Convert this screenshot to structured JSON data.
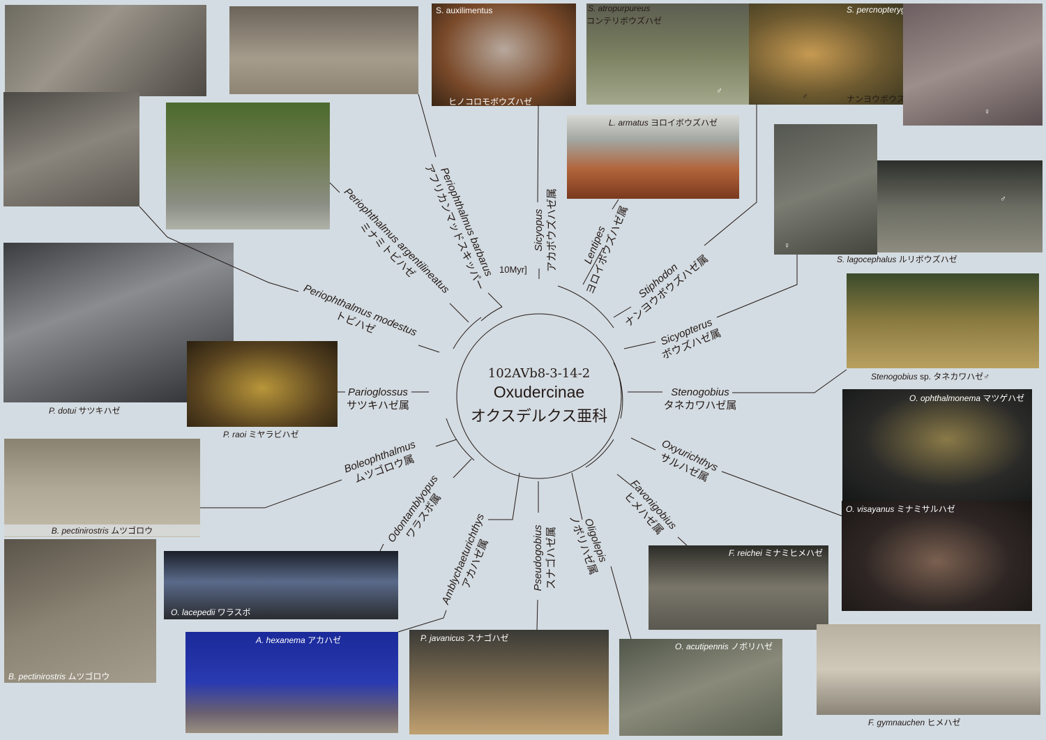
{
  "center": {
    "code": "102AVb8-3-14-2",
    "title": "Oxudercinae",
    "title_ja": "オクスデルクス亜科"
  },
  "scale_label": "10Myr]",
  "clades": [
    {
      "id": "barbarus",
      "latin": "Periophthalmus barbarus",
      "ja": "アフリカンマッドスキッパー"
    },
    {
      "id": "argentilineatus",
      "latin": "Periophthalmus argentilineatus",
      "ja": "ミナミトビハゼ"
    },
    {
      "id": "modestus",
      "latin": "Periophthalmus modestus",
      "ja": "トビハゼ"
    },
    {
      "id": "parioglossus",
      "latin": "Parioglossus",
      "ja": "サツキハゼ属"
    },
    {
      "id": "boleophthalmus",
      "latin": "Boleophthalmus",
      "ja": "ムツゴロウ属"
    },
    {
      "id": "odontamblyopus",
      "latin": "Odontamblyopus",
      "ja": "ワラスボ属"
    },
    {
      "id": "amblychaeturichthys",
      "latin": "Amblychaeturichthys",
      "ja": "アカハゼ属"
    },
    {
      "id": "pseudogobius",
      "latin": "Pseudogobius",
      "ja": "スナゴハゼ属"
    },
    {
      "id": "oligolepis",
      "latin": "Oligolepis",
      "ja": "ノボリハゼ属"
    },
    {
      "id": "favonigobius",
      "latin": "Favonigobius",
      "ja": "ヒメハゼ属"
    },
    {
      "id": "oxyurichthys",
      "latin": "Oxyurichthys",
      "ja": "サルハゼ属"
    },
    {
      "id": "stenogobius",
      "latin": "Stenogobius",
      "ja": "タネカワハゼ属"
    },
    {
      "id": "sicyopterus",
      "latin": "Sicyopterus",
      "ja": "ボウズハゼ属"
    },
    {
      "id": "stiphodon",
      "latin": "Stiphodon",
      "ja": "ナンヨウボウズハゼ属"
    },
    {
      "id": "lentipes",
      "latin": "Lentipes",
      "ja": "ヨロイボウズハゼ属"
    },
    {
      "id": "sicyopus",
      "latin": "Sicyopus",
      "ja": "アカボウズハゼ属"
    }
  ],
  "photos": {
    "auxilimentus": {
      "latin": "S. auxilimentus",
      "ja": "ヒノコロモボウズハゼ"
    },
    "atropurpureus": {
      "latin": "S. atropurpureus",
      "ja": "コンテリボウズハゼ",
      "sex": "♂"
    },
    "percnopterygionus": {
      "latin": "S. percnopterygionus",
      "ja": "ナンヨウボウズハゼ",
      "male": "♂",
      "female": "♀"
    },
    "armatus": {
      "latin": "L. armatus",
      "ja": "ヨロイボウズハゼ"
    },
    "lagocephalus": {
      "latin": "S. lagocephalus",
      "ja": "ルリボウズハゼ",
      "male": "♂",
      "female": "♀"
    },
    "stenogobius": {
      "latin": "Stenogobius",
      "rest": "sp. タネカワハゼ♂"
    },
    "ophthalmonema": {
      "latin": "O. ophthalmonema",
      "ja": "マツゲハゼ"
    },
    "visayanus": {
      "latin": "O. visayanus",
      "ja": "ミナミサルハゼ"
    },
    "reichei": {
      "latin": "F. reichei",
      "ja": "ミナミヒメハゼ"
    },
    "gymnauchen": {
      "latin": "F. gymnauchen",
      "ja": "ヒメハゼ"
    },
    "acutipennis": {
      "latin": "O. acutipennis",
      "ja": "ノボリハゼ"
    },
    "javanicus": {
      "latin": "P. javanicus",
      "ja": "スナゴハゼ"
    },
    "hexanema": {
      "latin": "A. hexanema",
      "ja": "アカハゼ"
    },
    "lacepedii": {
      "latin": "O. lacepedii",
      "ja": "ワラスボ"
    },
    "pectinirostris": {
      "latin": "B. pectinirostris",
      "ja": "ムツゴロウ"
    },
    "dotui": {
      "latin": "P. dotui",
      "ja": "サツキハゼ"
    },
    "raoi": {
      "latin": "P. raoi",
      "ja": "ミヤラビハゼ"
    }
  }
}
